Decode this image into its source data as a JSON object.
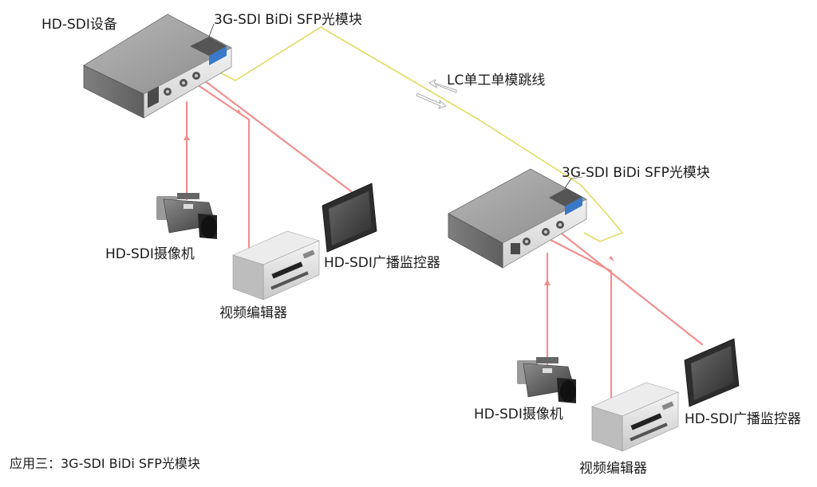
{
  "labels": {
    "hd_sdi_device": "HD-SDI设备",
    "sfp_module_top": "3G-SDI BiDi SFP光模块",
    "lc_patch_cord": "LC单工单模跳线",
    "sfp_module_right": "3G-SDI BiDi SFP光模块",
    "camera_left": "HD-SDI摄像机",
    "monitor_left": "HD-SDI广播监控器",
    "editor_left": "视频编辑器",
    "camera_right": "HD-SDI摄像机",
    "monitor_right": "HD-SDI广播监控器",
    "editor_right": "视频编辑器"
  },
  "caption": "应用三：3G-SDI BiDi SFP光模块",
  "colors": {
    "fiber": "#e0dc62",
    "coax": "#f28f8f",
    "device_top": "#a5a5a5",
    "device_front": "#e4e4e4",
    "sfp_blue": "#3a78c8"
  }
}
